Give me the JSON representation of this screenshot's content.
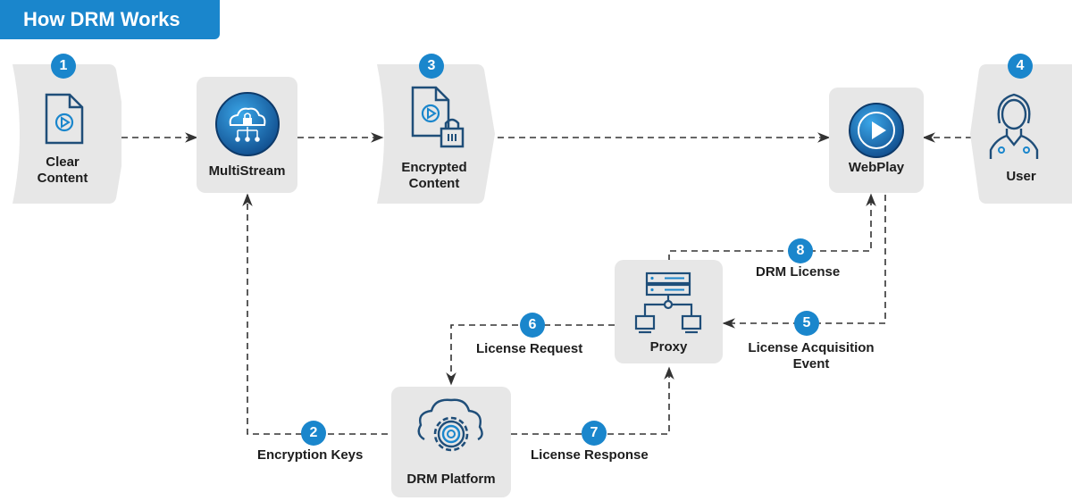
{
  "title": "How DRM Works",
  "nodes": {
    "clear_content": {
      "label": "Clear\nContent",
      "step": "1"
    },
    "multistream": {
      "label": "MultiStream"
    },
    "encrypted_content": {
      "label": "Encrypted\nContent",
      "step": "3"
    },
    "webplay": {
      "label": "WebPlay"
    },
    "user": {
      "label": "User",
      "step": "4"
    },
    "proxy": {
      "label": "Proxy"
    },
    "drm_platform": {
      "label": "DRM Platform"
    }
  },
  "flows": {
    "encryption_keys": {
      "step": "2",
      "label": "Encryption Keys"
    },
    "license_acquisition": {
      "step": "5",
      "label": "License Acquisition\nEvent"
    },
    "license_request": {
      "step": "6",
      "label": "License Request"
    },
    "license_response": {
      "step": "7",
      "label": "License Response"
    },
    "drm_license": {
      "step": "8",
      "label": "DRM License"
    }
  },
  "colors": {
    "accent": "#1a86cc",
    "icon_dark": "#1f4e79",
    "node_bg": "#e7e7e7",
    "arrow": "#333333"
  }
}
